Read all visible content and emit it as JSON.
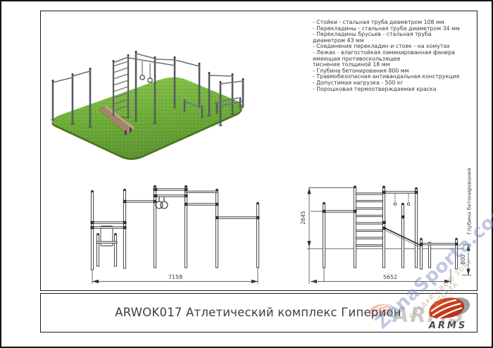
{
  "sheet": {
    "title": "ARWOK017 Атлетический комплекс Гиперион"
  },
  "specs": {
    "lines": [
      "- Стойки - стальная труба диаметром 108 мм",
      "- Перекладины - стальная труба диаметром 34 мм",
      "- Перекладины брусьев - стальная труба",
      "диаметром 43 мм",
      "- Соединение перекладин и стоек - на хомутах",
      "- Лежак - влагостойкая ламинированная фанера",
      "имеющая противоскользящее",
      "тиснение толщиной 18 мм",
      "- Глубина бетонирования 800 мм",
      "- Травмобезопасная антивандальная конструкция",
      "- Допустимая нагрузка - 500 кг",
      "- Порошковая термоотверждаемая краска"
    ]
  },
  "drawings": {
    "front_view": {
      "overall_width_mm": "7158"
    },
    "side_view": {
      "overall_height_mm": "2645",
      "overall_width_mm": "5652",
      "foundation_depth_mm": "800",
      "foundation_axis_label": "Глубина бетонирования"
    }
  },
  "branding": {
    "logo_text": "ARMS",
    "logo_watermark_text": "ARMS",
    "site_watermark": "ZonaSporta.com",
    "slogan_watermark": "СОЗДАЙ СВОЮ ЗОНУ СПОРТА"
  },
  "colors": {
    "accent_red": "#c73a14",
    "grass_green": "#6aa838",
    "watermark_blue": "#7e94c4",
    "drawing_line": "#2c2f34"
  }
}
